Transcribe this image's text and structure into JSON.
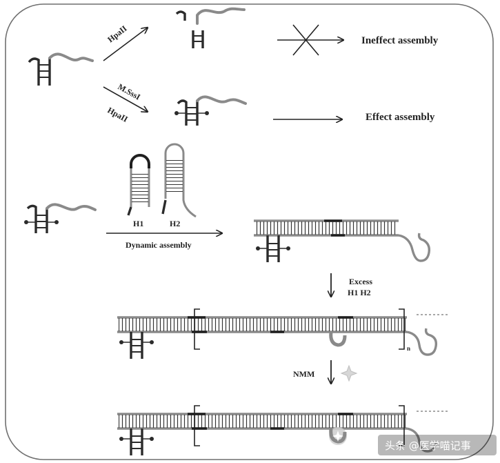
{
  "labels": {
    "hpaii_top": "HpaII",
    "ineffect": "Ineffect assembly",
    "mssi": "M.SssI",
    "hpaii_mid": "HpaII",
    "effect": "Effect assembly",
    "h1": "H1",
    "h2": "H2",
    "dynamic": "Dynamic assembly",
    "excess": "Excess",
    "h1h2": "H1 H2",
    "n_sub": "n",
    "nmm": "NMM",
    "watermark": "头条 @医学喵记事"
  },
  "colors": {
    "dark": "#2b2b2b",
    "gray": "#8a8a8a",
    "light": "#bdbdbd",
    "border": "#6f6f6f"
  }
}
